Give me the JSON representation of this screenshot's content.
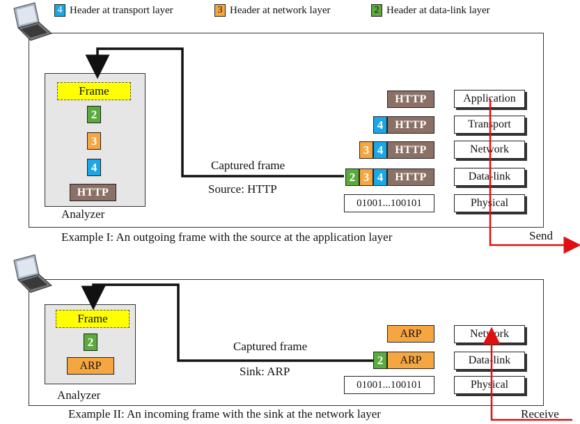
{
  "legend": [
    {
      "num": "4",
      "label": "Header at transport layer",
      "color": "#1aa7e8"
    },
    {
      "num": "3",
      "label": "Header at network layer",
      "color": "#f5a640"
    },
    {
      "num": "2",
      "label": "Header at data-link layer",
      "color": "#5aaa3c"
    }
  ],
  "example1": {
    "analyzer_label": "Analyzer",
    "analyzer_stack": {
      "frame": "Frame",
      "h2": "2",
      "h3": "3",
      "h4": "4",
      "payload": "HTTP"
    },
    "captured_label": "Captured frame",
    "source_label": "Source: HTTP",
    "rows": {
      "app": {
        "payload": "HTTP"
      },
      "transport": {
        "h4": "4",
        "payload": "HTTP"
      },
      "network": {
        "h3": "3",
        "h4": "4",
        "payload": "HTTP"
      },
      "datalink": {
        "h2": "2",
        "h3": "3",
        "h4": "4",
        "payload": "HTTP"
      },
      "bits": "01001...100101"
    },
    "layers": [
      "Application",
      "Transport",
      "Network",
      "Data-link",
      "Physical"
    ],
    "caption": "Example I: An outgoing frame with the source at the application layer",
    "direction": "Send"
  },
  "example2": {
    "analyzer_label": "Analyzer",
    "analyzer_stack": {
      "frame": "Frame",
      "h2": "2",
      "payload": "ARP"
    },
    "captured_label": "Captured frame",
    "sink_label": "Sink: ARP",
    "rows": {
      "network": {
        "payload": "ARP"
      },
      "datalink": {
        "h2": "2",
        "payload": "ARP"
      },
      "bits": "01001...100101"
    },
    "layers": [
      "Network",
      "Data-link",
      "Physical"
    ],
    "caption": "Example II: An incoming frame with the sink at the network layer",
    "direction": "Receive"
  }
}
